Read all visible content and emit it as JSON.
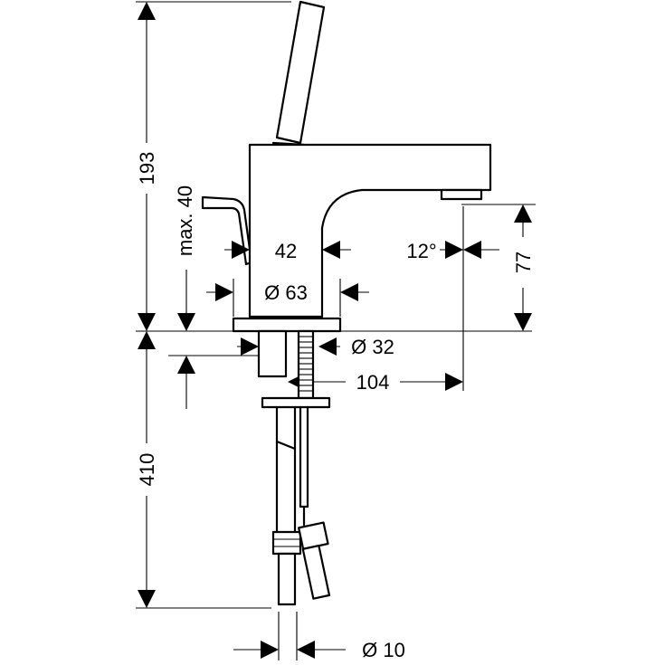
{
  "dimensions": {
    "total_height": "193",
    "lever_clearance": "max. 40",
    "body_width": "42",
    "outlet_angle": "12°",
    "outlet_height": "77",
    "base_diameter": "Ø 63",
    "shank_diameter": "Ø 32",
    "projection": "104",
    "hose_length": "410",
    "hose_diameter": "Ø 10"
  }
}
